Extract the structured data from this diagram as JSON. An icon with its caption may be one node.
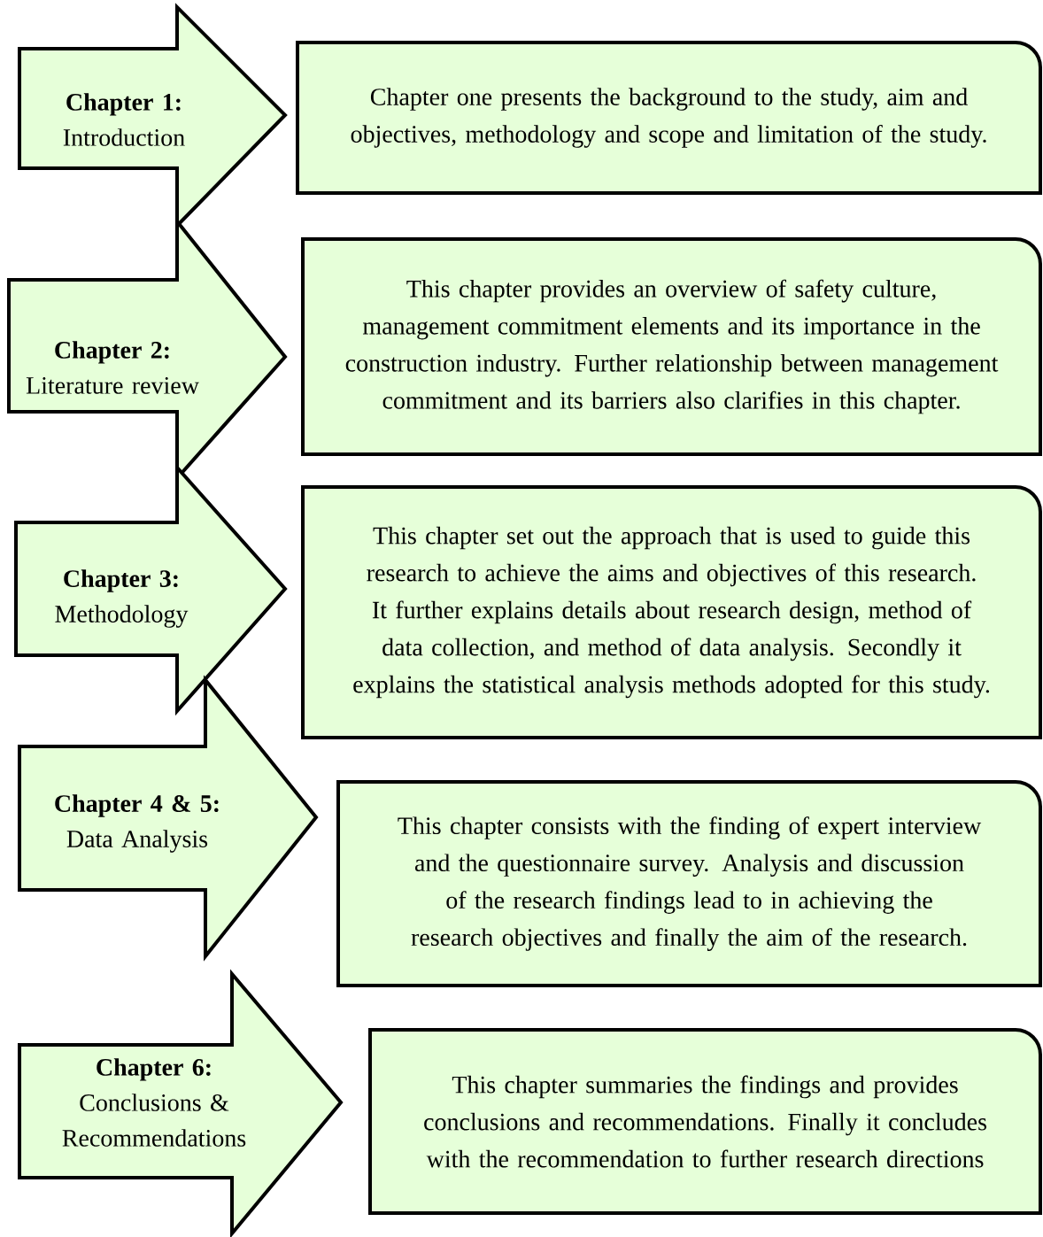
{
  "diagram": {
    "nodes": [
      {
        "text": [
          "Chapter 1:",
          "Introduction"
        ]
      },
      {
        "text": [
          "Chapter one presents the background to the study, aim and objectives, methodology and scope and limitation of the study."
        ]
      },
      {
        "text": [
          "Chapter 2:",
          "Literature review"
        ]
      },
      {
        "text": [
          "This chapter provides an overview of safety culture, management commitment elements and its importance in the construction industry. Further relationship between management commitment and its barriers also clarifies in this chapter."
        ]
      },
      {
        "text": [
          "Chapter 3:",
          "Methodology"
        ]
      },
      {
        "text": [
          "This chapter set out the approach that is used to guide this research to achieve the aims and objectives of this research. It further explains details about research design, method of data collection, and method of data analysis. Secondly it explains the statistical analysis methods adopted for this study."
        ]
      },
      {
        "text": [
          "Chapter 4 & 5:",
          "Data Analysis"
        ]
      },
      {
        "text": [
          "This chapter consists with the finding of expert interview and the questionnaire survey. Analysis and discussion of the research findings lead to in achieving the research objectives and finally the aim of the research."
        ]
      },
      {
        "text": [
          "Chapter 6:",
          "Conclusions & Recommendations"
        ]
      },
      {
        "text": [
          "This chapter summaries the findings and provides conclusions and recommendations. Finally it concludes with the recommendation to further research directions"
        ]
      }
    ]
  }
}
